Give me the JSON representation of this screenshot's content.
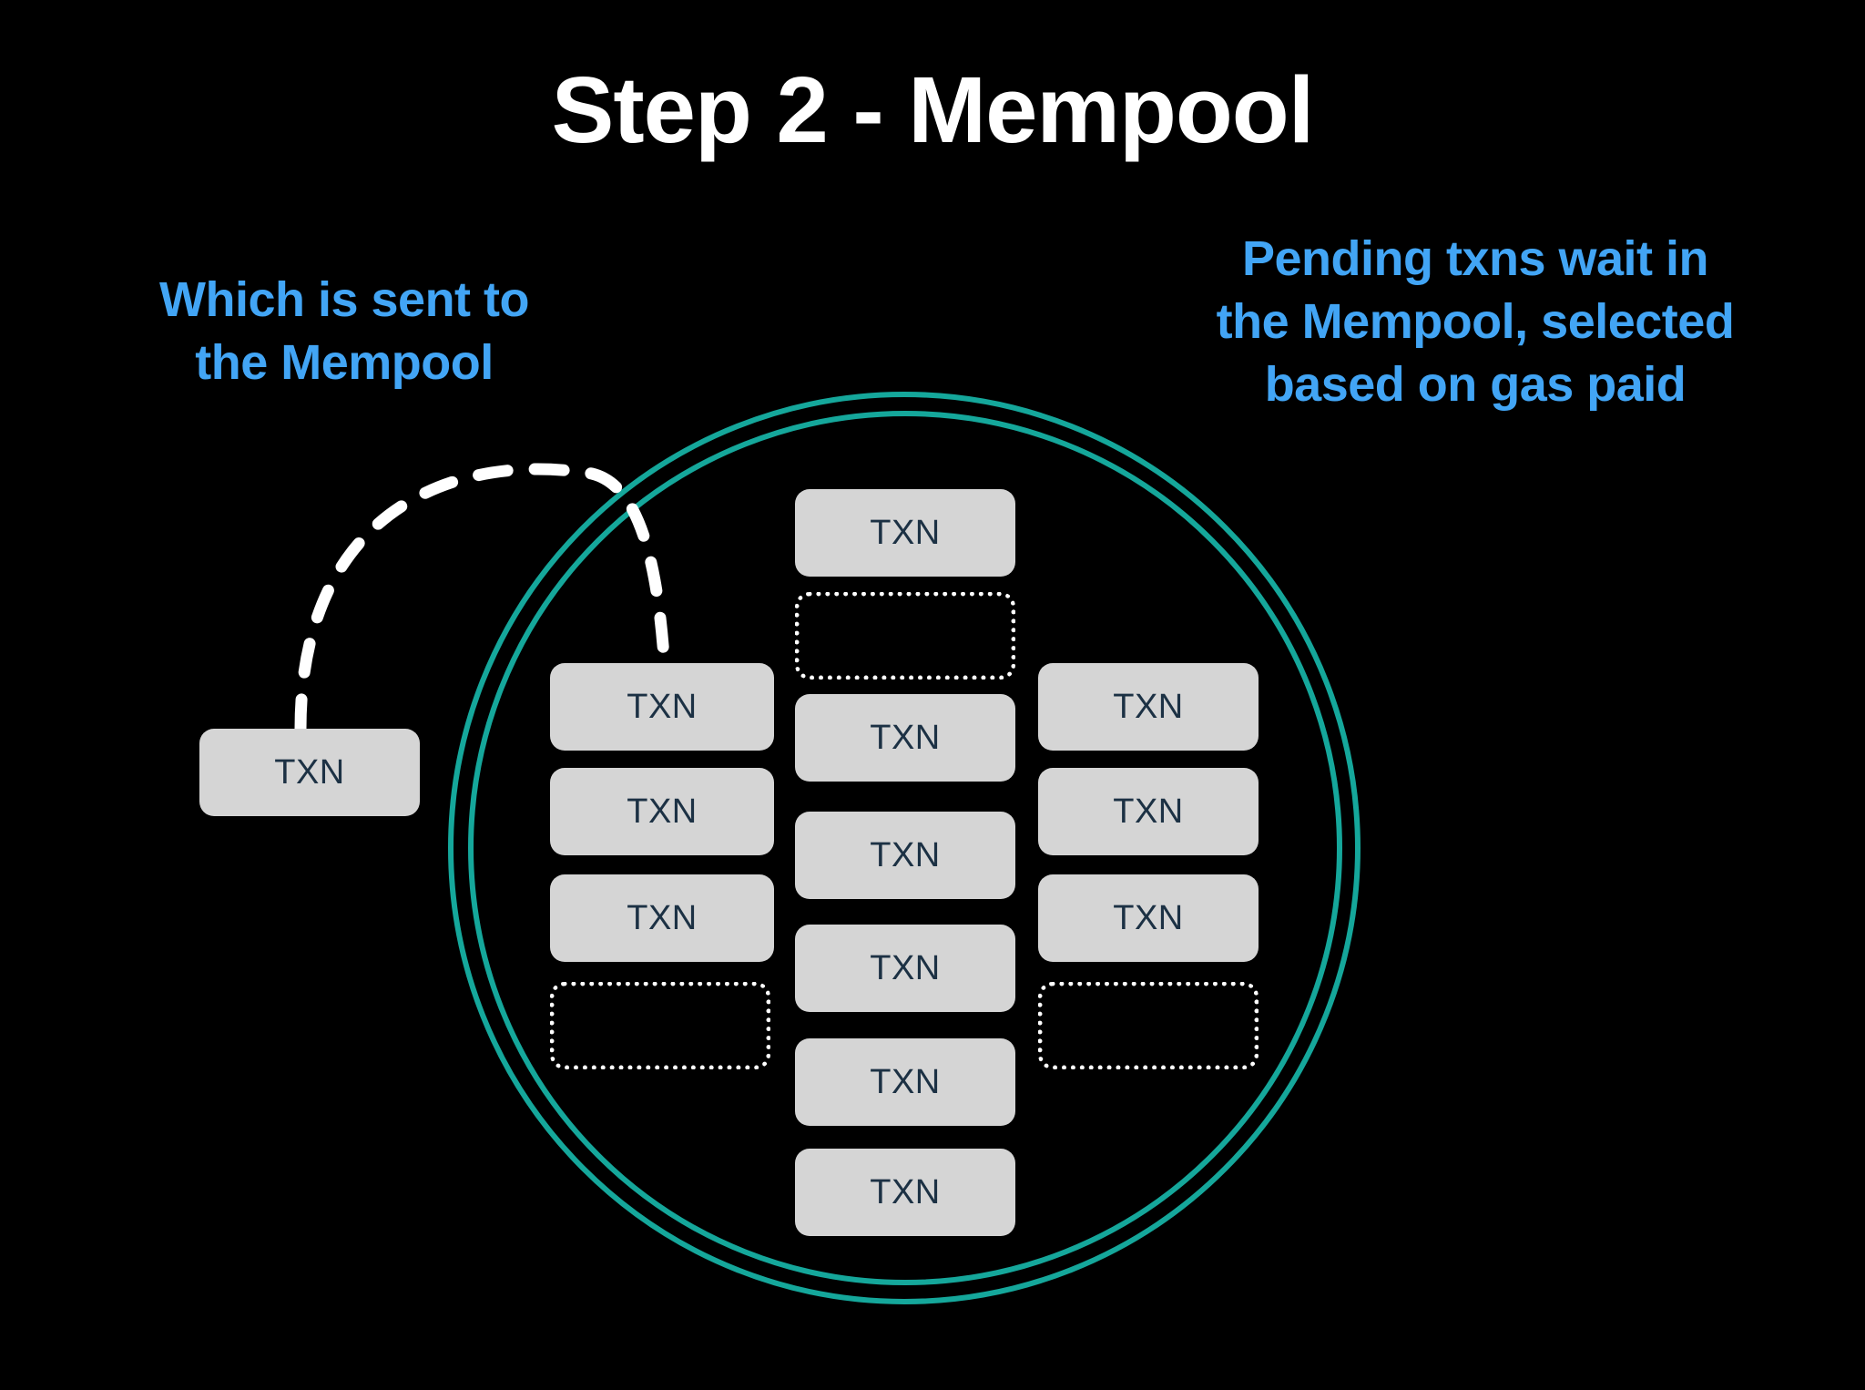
{
  "slide": {
    "title": "Step 2 - Mempool",
    "background_color": "#000000"
  },
  "colors": {
    "title_text": "#ffffff",
    "callout_text": "#42a5f5",
    "circle_ring": "#15a79b",
    "txn_fill": "#d5d5d5",
    "txn_text": "#1c3144",
    "connector": "#ffffff",
    "empty_slot_border": "#ffffff"
  },
  "callouts": {
    "left": {
      "name": "which-is-sent-to-the-mempool",
      "lines": [
        "Which is sent to",
        "the Mempool"
      ]
    },
    "right": {
      "name": "pending-txns-wait-in-the-mempool",
      "lines": [
        "Pending txns wait in",
        "the Mempool, selected",
        "based on gas paid"
      ]
    }
  },
  "connector": {
    "style": "dashed-curve",
    "from": "incoming-txn",
    "to": "mempool-circle"
  },
  "mempool": {
    "label": "mempool-circle",
    "ring_style": "double"
  },
  "incoming_txn": {
    "label": "TXN"
  },
  "txn_label": "TXN",
  "columns": [
    {
      "name": "left-column",
      "slots": [
        {
          "type": "txn",
          "label": "TXN"
        },
        {
          "type": "txn",
          "label": "TXN"
        },
        {
          "type": "txn",
          "label": "TXN"
        },
        {
          "type": "empty",
          "label": ""
        }
      ]
    },
    {
      "name": "middle-column",
      "slots": [
        {
          "type": "txn",
          "label": "TXN"
        },
        {
          "type": "empty",
          "label": ""
        },
        {
          "type": "txn",
          "label": "TXN"
        },
        {
          "type": "txn",
          "label": "TXN"
        },
        {
          "type": "txn",
          "label": "TXN"
        },
        {
          "type": "txn",
          "label": "TXN"
        },
        {
          "type": "txn",
          "label": "TXN"
        }
      ]
    },
    {
      "name": "right-column",
      "slots": [
        {
          "type": "txn",
          "label": "TXN"
        },
        {
          "type": "txn",
          "label": "TXN"
        },
        {
          "type": "txn",
          "label": "TXN"
        },
        {
          "type": "empty",
          "label": ""
        }
      ]
    }
  ]
}
